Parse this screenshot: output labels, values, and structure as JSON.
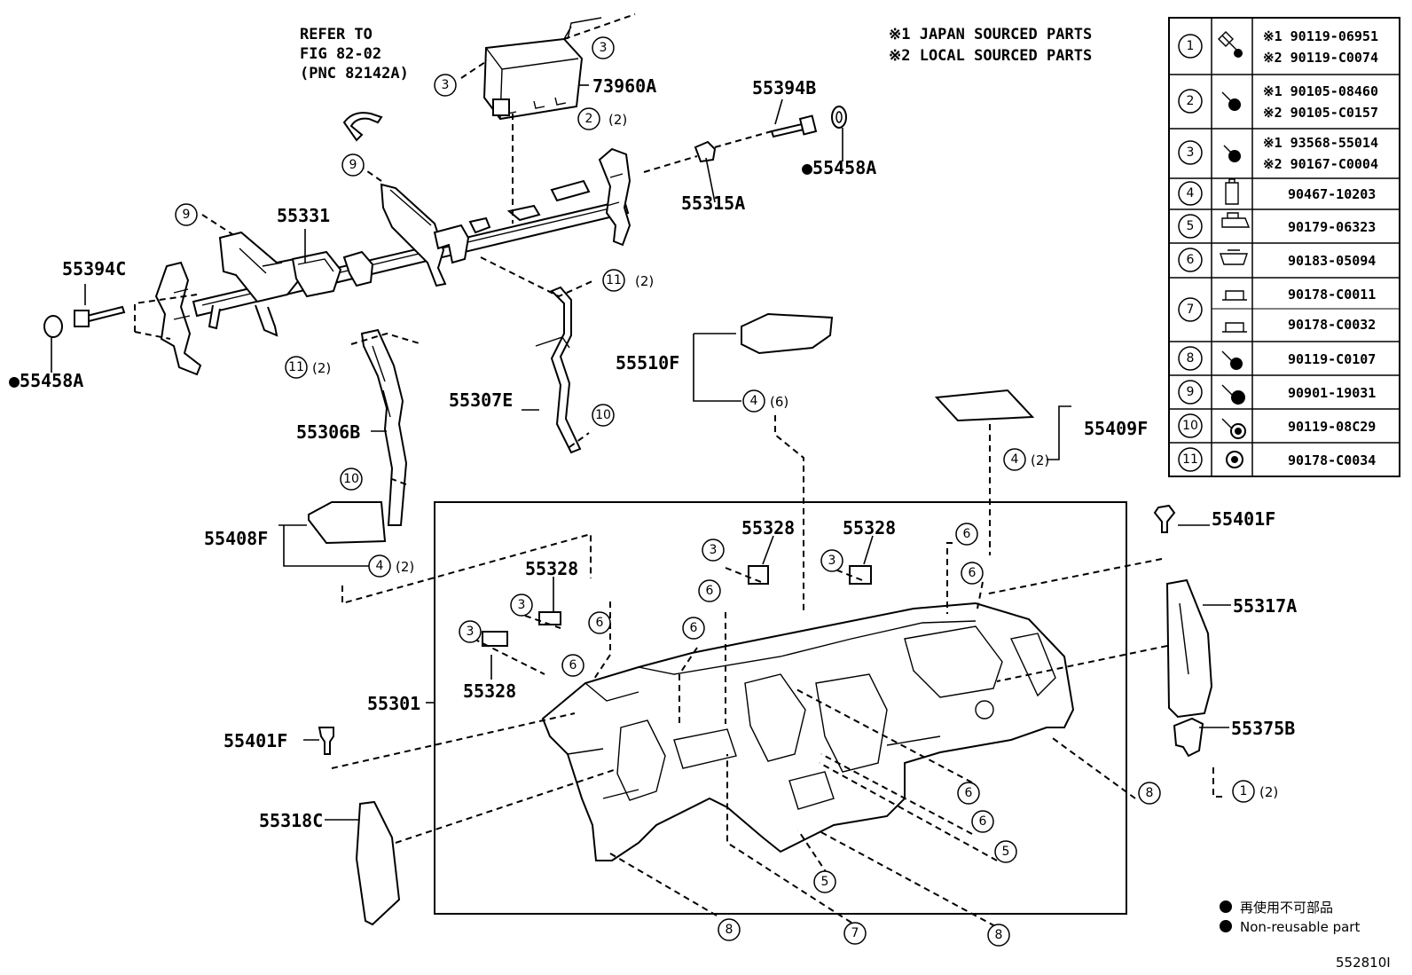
{
  "header": {
    "refer_to": [
      "REFER TO",
      "FIG 82-02",
      "(PNC 82142A)"
    ],
    "note1": "※1 JAPAN SOURCED PARTS",
    "note2": "※2 LOCAL SOURCED PARTS"
  },
  "legend": {
    "jp": "再使用不可部品",
    "en": "Non-reusable part"
  },
  "figure_code": "552810I",
  "callouts": {
    "p73960A": "73960A",
    "p55394B": "55394B",
    "p55458A_top": "●55458A",
    "p55315A": "55315A",
    "p55331": "55331",
    "p55394C": "55394C",
    "p55458A_left": "●55458A",
    "p55510F": "55510F",
    "p55307E": "55307E",
    "p55306B": "55306B",
    "p55409F": "55409F",
    "p55408F": "55408F",
    "p55401F_right": "55401F",
    "p55317A": "55317A",
    "p55375B": "55375B",
    "p55328_a": "55328",
    "p55328_b": "55328",
    "p55328_c": "55328",
    "p55328_d": "55328",
    "p55301": "55301",
    "p55401F_left": "55401F",
    "p55318C": "55318C"
  },
  "qty": {
    "two": "(2)",
    "six": "(6)"
  },
  "table": {
    "rows": [
      {
        "no": "1",
        "parts": [
          "※1 90119-06951",
          "※2 90119-C0074"
        ]
      },
      {
        "no": "2",
        "parts": [
          "※1 90105-08460",
          "※2 90105-C0157"
        ]
      },
      {
        "no": "3",
        "parts": [
          "※1 93568-55014",
          "※2 90167-C0004"
        ]
      },
      {
        "no": "4",
        "parts": [
          "90467-10203"
        ]
      },
      {
        "no": "5",
        "parts": [
          "90179-06323"
        ]
      },
      {
        "no": "6",
        "parts": [
          "90183-05094"
        ]
      },
      {
        "no": "7",
        "parts": [
          "90178-C0011",
          "90178-C0032"
        ]
      },
      {
        "no": "8",
        "parts": [
          "90119-C0107"
        ]
      },
      {
        "no": "9",
        "parts": [
          "90901-19031"
        ]
      },
      {
        "no": "10",
        "parts": [
          "90119-08C29"
        ]
      },
      {
        "no": "11",
        "parts": [
          "90178-C0034"
        ]
      }
    ]
  }
}
